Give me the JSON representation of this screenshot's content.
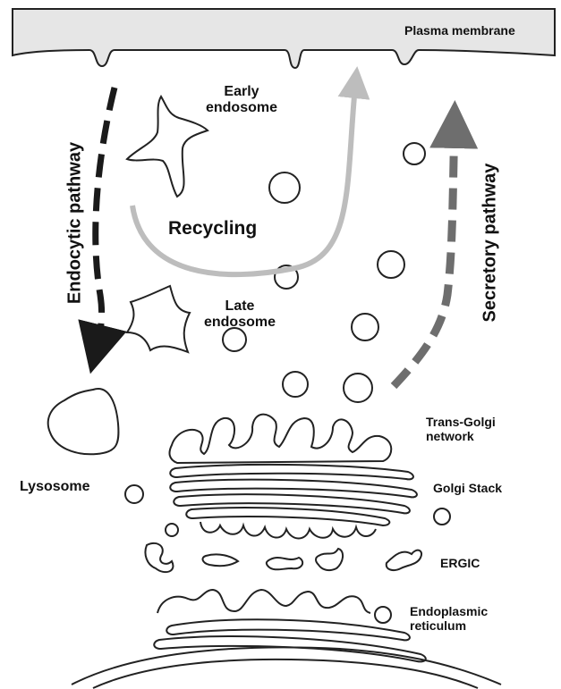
{
  "labels": {
    "plasma_membrane": "Plasma membrane",
    "early_endosome": "Early endosome",
    "recycling": "Recycling",
    "late_endosome": "Late endosome",
    "lysosome": "Lysosome",
    "endocytic_pathway": "Endocytic pathway",
    "secretory_pathway": "Secretory pathway",
    "trans_golgi_network": "Trans-Golgi network",
    "golgi_stack": "Golgi Stack",
    "ergic": "ERGIC",
    "endoplasmic_reticulum": "Endoplasmic reticulum"
  },
  "colors": {
    "membrane_fill": "#e6e6e6",
    "endocytic_arrow": "#1a1a1a",
    "recycling_arrow": "#bdbdbd",
    "secretory_arrow": "#6e6e6e",
    "outline": "#222222"
  }
}
